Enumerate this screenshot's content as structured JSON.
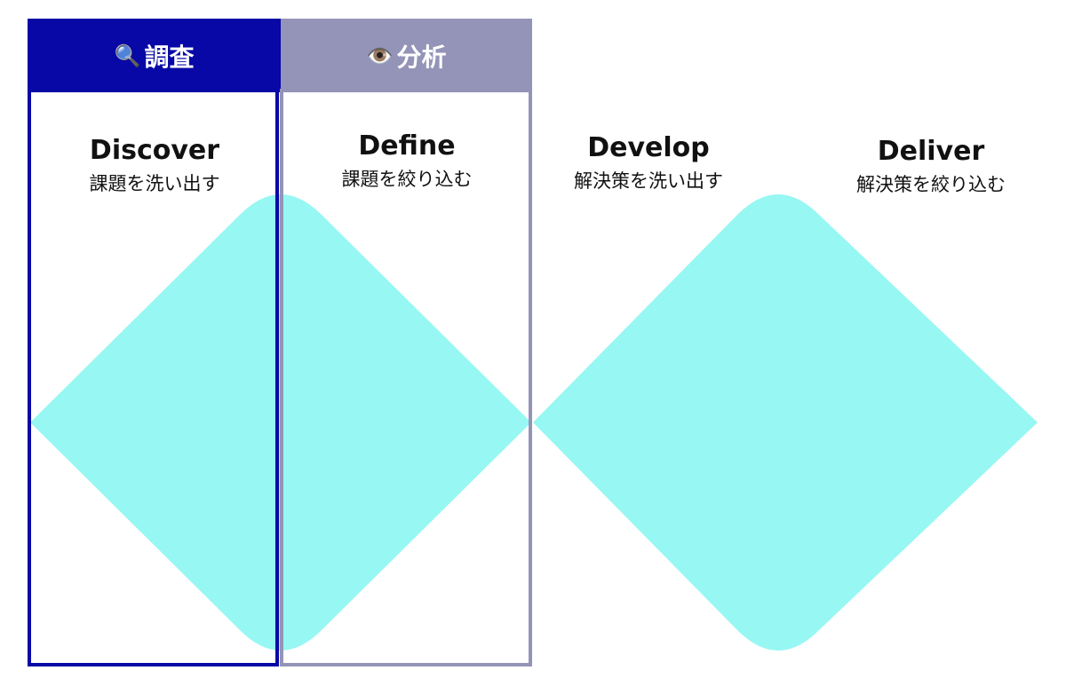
{
  "colors": {
    "diamond_fill": "#97f7f3",
    "research_frame": "#0808a6",
    "analysis_frame": "#9494b8",
    "text": "#111111",
    "header_text": "#ffffff"
  },
  "headers": {
    "research": {
      "icon": "🔍",
      "label": "調査"
    },
    "analysis": {
      "icon": "👁️",
      "label": "分析"
    }
  },
  "stages": [
    {
      "title": "Discover",
      "subtitle": "課題を洗い出す"
    },
    {
      "title": "Define",
      "subtitle": "課題を絞り込む"
    },
    {
      "title": "Develop",
      "subtitle": "解決策を洗い出す"
    },
    {
      "title": "Deliver",
      "subtitle": "解決策を絞り込む"
    }
  ]
}
